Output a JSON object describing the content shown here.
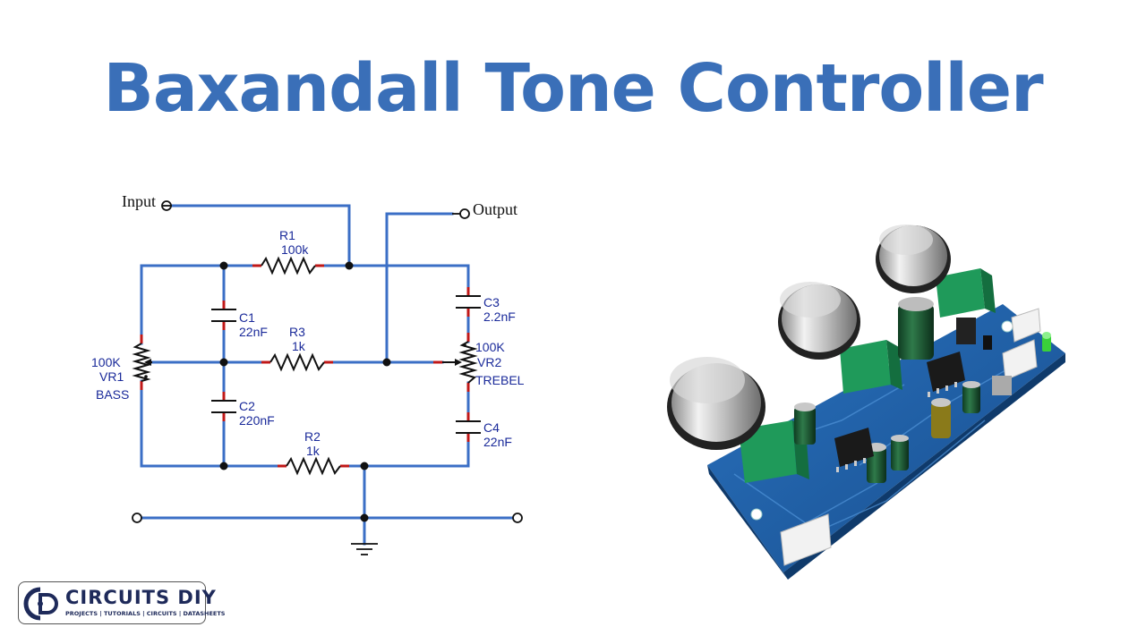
{
  "title": "Baxandall Tone Controller",
  "schematic": {
    "input_label": "Input",
    "output_label": "Output",
    "r1": {
      "name": "R1",
      "value": "100k"
    },
    "r2": {
      "name": "R2",
      "value": "1k"
    },
    "r3": {
      "name": "R3",
      "value": "1k"
    },
    "c1": {
      "name": "C1",
      "value": "22nF"
    },
    "c2": {
      "name": "C2",
      "value": "220nF"
    },
    "c3": {
      "name": "C3",
      "value": "2.2nF"
    },
    "c4": {
      "name": "C4",
      "value": "22nF"
    },
    "vr1": {
      "value": "100K",
      "name": "VR1",
      "function": "BASS"
    },
    "vr2": {
      "value": "100K",
      "name": "VR2",
      "function": "TREBEL"
    },
    "wire_color": "#3b6fc6",
    "lead_color": "#c01818"
  },
  "board": {
    "pcb_color": "#1f5fa8",
    "pot_color": "#1f9a5a"
  },
  "logo": {
    "brand": "CIRCUITS DIY",
    "tagline": "PROJECTS | TUTORIALS | CIRCUITS | DATASHEETS"
  }
}
